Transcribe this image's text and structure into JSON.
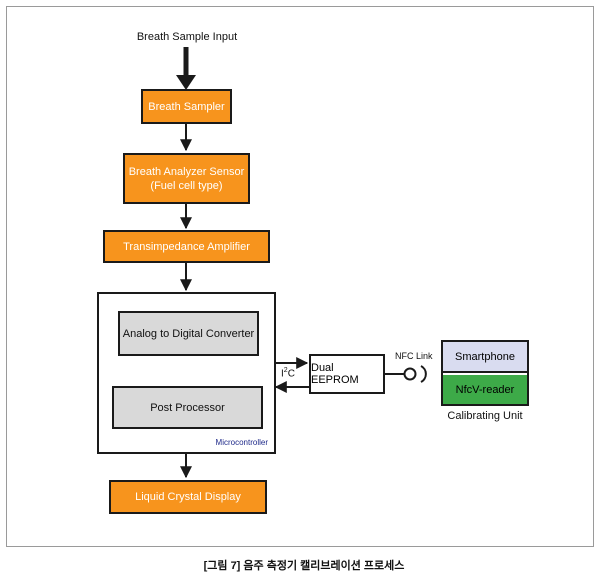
{
  "input_label": "Breath Sample Input",
  "blocks": {
    "breath_sampler": "Breath Sampler",
    "sensor_line1": "Breath Analyzer Sensor",
    "sensor_line2": "(Fuel cell type)",
    "tia": "Transimpedance Amplifier",
    "adc": "Analog to Digital Converter",
    "post": "Post Processor",
    "lcd": "Liquid Crystal Display",
    "eeprom": "Dual EEPROM",
    "smartphone": "Smartphone",
    "reader": "NfcV-reader"
  },
  "labels": {
    "microcontroller": "Microcontroller",
    "i2c_base": "I",
    "i2c_sup": "2",
    "i2c_tail": "C",
    "nfc_link": "NFC Link",
    "calibrating_unit": "Calibrating Unit"
  },
  "colors": {
    "orange": "#f7941d",
    "gray": "#d9d9d9",
    "lavender": "#d9dcf0",
    "green": "#3daa48",
    "navy": "#1f2a8a"
  },
  "caption": "[그림 7] 음주 측정기 캘리브레이션 프로세스"
}
